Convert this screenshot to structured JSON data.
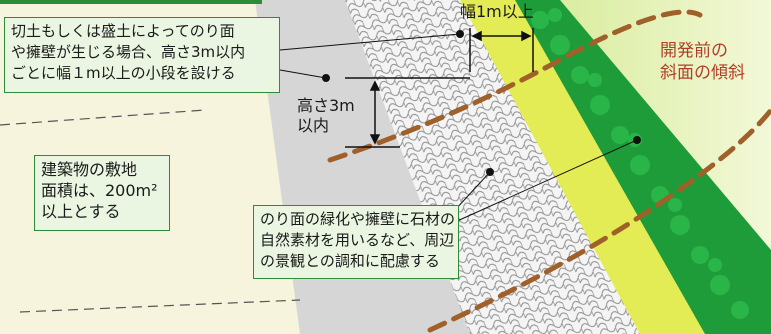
{
  "colors": {
    "ground": "#f6f4dc",
    "slope_path": "#dcdcdc",
    "retaining_wall": "#efefef",
    "berm": "#e3ec55",
    "greenery": "#1f9c3a",
    "note_bg": "#eaf6e2",
    "note_border": "#2e8b3a",
    "original_slope_line": "#a0602a",
    "original_slope_label": "#b0402a"
  },
  "annotations": {
    "width_label": "幅1m以上",
    "height_label": [
      "高さ3m",
      "以内"
    ],
    "original_slope_label": [
      "開発前の",
      "斜面の傾斜"
    ]
  },
  "notes": {
    "slope_rule": [
      "切土もしくは盛土によってのり面",
      "や擁壁が生じる場合、高さ3m以内",
      "ごとに幅１m以上の小段を設ける"
    ],
    "site_area": [
      "建築物の敷地",
      "面積は、200m²",
      "以上とする"
    ],
    "landscape": [
      "のり面の緑化や擁壁に石材の",
      "自然素材を用いるなど、周辺",
      "の景観との調和に配慮する"
    ]
  }
}
